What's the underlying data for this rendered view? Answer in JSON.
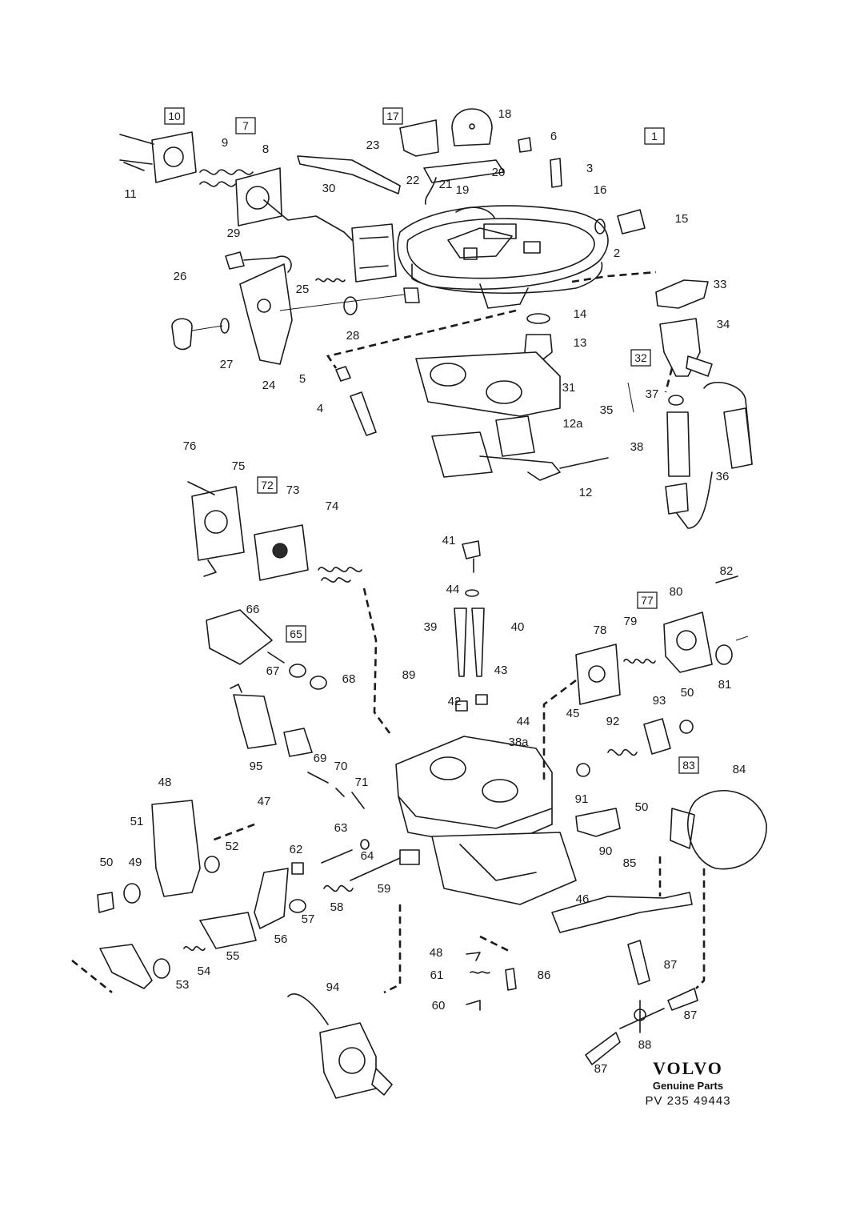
{
  "diagram": {
    "boxed_labels": [
      "10",
      "7",
      "17",
      "1",
      "32",
      "72",
      "65",
      "77",
      "83"
    ],
    "labels": [
      "18",
      "6",
      "3",
      "16",
      "15",
      "2",
      "33",
      "34",
      "14",
      "13",
      "31",
      "9",
      "8",
      "11",
      "23",
      "22",
      "21",
      "20",
      "19",
      "30",
      "29",
      "26",
      "25",
      "28",
      "27",
      "24",
      "5",
      "4",
      "37",
      "35",
      "38",
      "36",
      "12a",
      "12",
      "76",
      "75",
      "73",
      "74",
      "41",
      "44",
      "82",
      "80",
      "39",
      "40",
      "78",
      "79",
      "66",
      "81",
      "67",
      "68",
      "89",
      "43",
      "42",
      "44",
      "45",
      "93",
      "50",
      "92",
      "84",
      "38a",
      "95",
      "69",
      "70",
      "71",
      "91",
      "48",
      "47",
      "51",
      "50",
      "90",
      "63",
      "62",
      "64",
      "52",
      "85",
      "50",
      "49",
      "59",
      "46",
      "58",
      "57",
      "56",
      "55",
      "54",
      "53",
      "48",
      "61",
      "86",
      "87",
      "60",
      "94",
      "87",
      "88",
      "87"
    ]
  },
  "brand": {
    "logo": "VOLVO",
    "subtitle": "Genuine Parts",
    "code": "PV 235 49443"
  },
  "colors": {
    "ink": "#1a1a1a",
    "paper": "#ffffff"
  }
}
